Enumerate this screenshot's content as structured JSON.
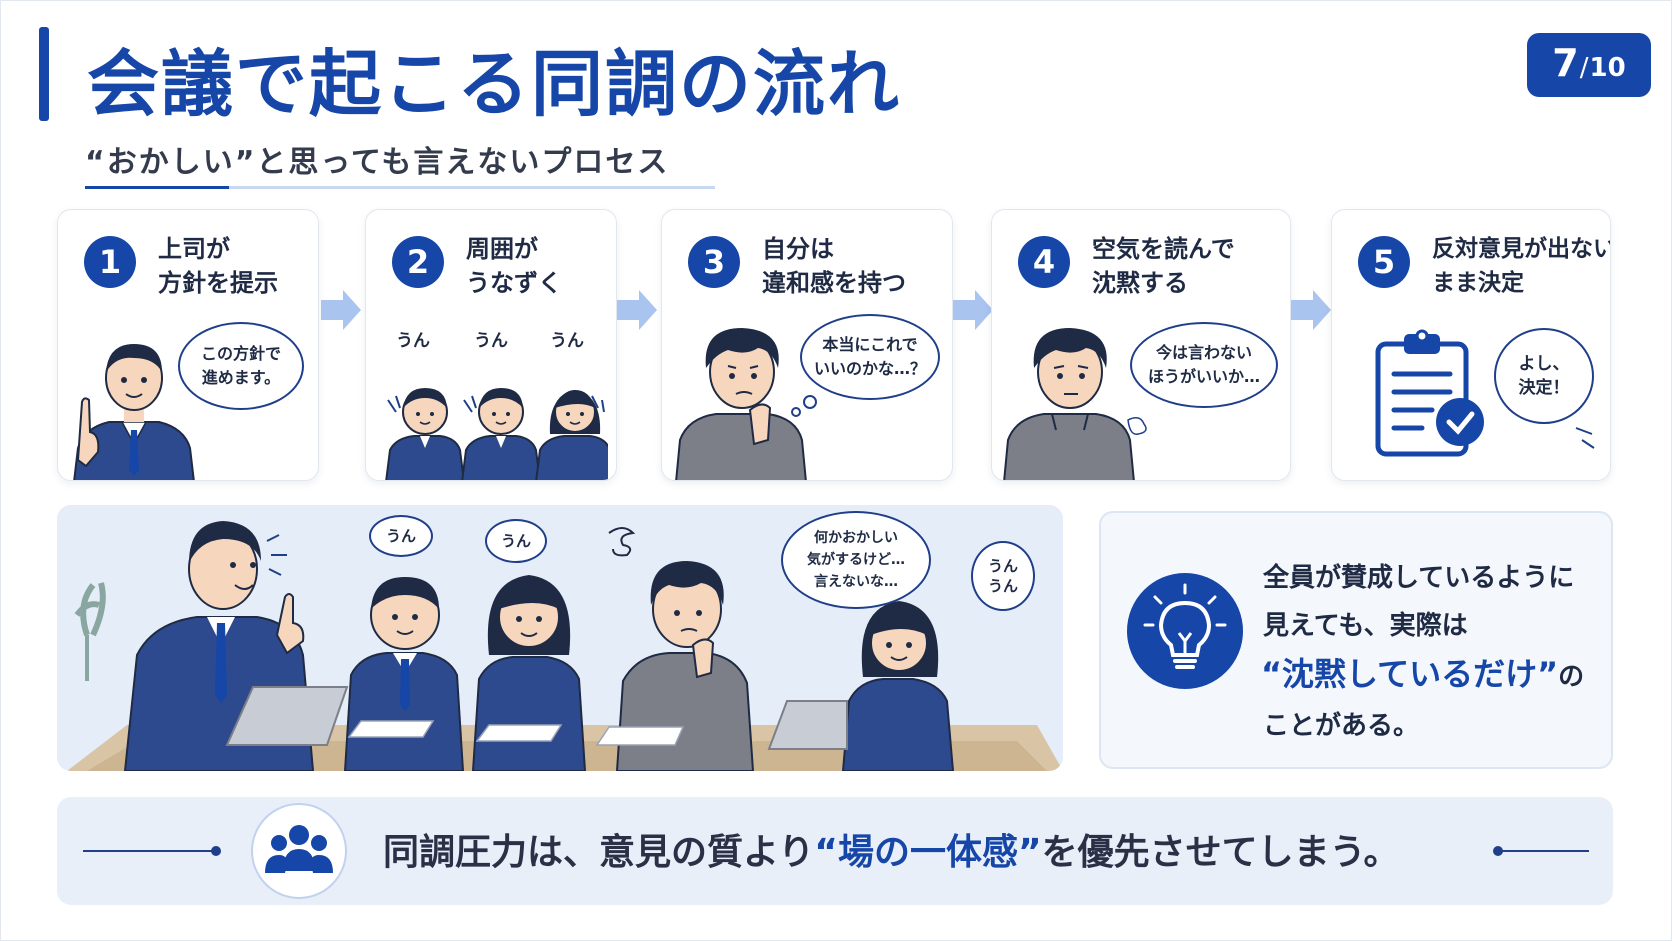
{
  "slide": {
    "title": "会議で起こる同調の流れ",
    "subtitle": "“おかしい”と思っても言えないプロセス",
    "page": {
      "current": "7",
      "separator": "/",
      "total": "10"
    }
  },
  "steps": [
    {
      "num": "1",
      "title_line1": "上司が",
      "title_line2": "方針を提示",
      "bubble": "この方針で\n進めます。"
    },
    {
      "num": "2",
      "title_line1": "周囲が",
      "title_line2": "うなずく",
      "tags": [
        "うん",
        "うん",
        "うん"
      ]
    },
    {
      "num": "3",
      "title_line1": "自分は",
      "title_line2": "違和感を持つ",
      "bubble": "本当にこれで\nいいのかな…？"
    },
    {
      "num": "4",
      "title_line1": "空気を読んで",
      "title_line2": "沈黙する",
      "bubble": "今は言わない\nほうがいいか…"
    },
    {
      "num": "5",
      "title_line1": "反対意見が出ない",
      "title_line2": "まま決定",
      "bubble": "よし、\n決定！"
    }
  ],
  "scene": {
    "bubbles": [
      "うん",
      "うん",
      "何かおかしい\n気がするけど…\n言えないな…",
      "うん\nうん"
    ]
  },
  "info": {
    "line1": "全員が賛成しているように",
    "line2": "見えても、実際は",
    "highlight": "“沈黙しているだけ”",
    "highlight_suffix": "の",
    "line4": "ことがある。"
  },
  "bottom": {
    "prefix": "同調圧力は、意見の質より",
    "highlight": "“場の一体感”",
    "suffix": "を優先させてしまう。"
  },
  "colors": {
    "accent": "#1546a8",
    "suit": "#2e4a8f",
    "hoodie": "#7c7f87"
  }
}
